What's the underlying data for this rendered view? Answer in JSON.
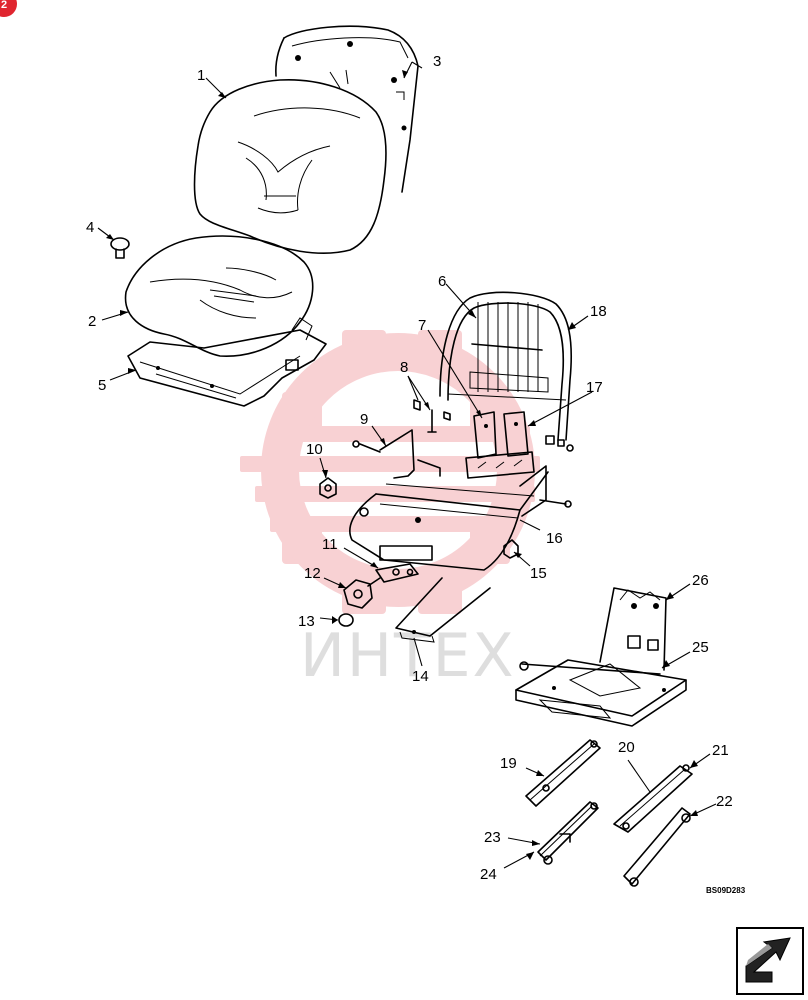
{
  "document": {
    "code": "BS09D283",
    "watermark": "ИНТЕХ",
    "page_badge": "2"
  },
  "callouts": [
    {
      "id": "c1",
      "label": "1"
    },
    {
      "id": "c2",
      "label": "2"
    },
    {
      "id": "c3",
      "label": "3"
    },
    {
      "id": "c4",
      "label": "4"
    },
    {
      "id": "c5",
      "label": "5"
    },
    {
      "id": "c6",
      "label": "6"
    },
    {
      "id": "c7",
      "label": "7"
    },
    {
      "id": "c8",
      "label": "8"
    },
    {
      "id": "c9",
      "label": "9"
    },
    {
      "id": "c10",
      "label": "10"
    },
    {
      "id": "c11",
      "label": "11"
    },
    {
      "id": "c12",
      "label": "12"
    },
    {
      "id": "c13",
      "label": "13"
    },
    {
      "id": "c14",
      "label": "14"
    },
    {
      "id": "c15",
      "label": "15"
    },
    {
      "id": "c16",
      "label": "16"
    },
    {
      "id": "c17",
      "label": "17"
    },
    {
      "id": "c18",
      "label": "18"
    },
    {
      "id": "c19",
      "label": "19"
    },
    {
      "id": "c20",
      "label": "20"
    },
    {
      "id": "c21",
      "label": "21"
    },
    {
      "id": "c22",
      "label": "22"
    },
    {
      "id": "c23",
      "label": "23"
    },
    {
      "id": "c24",
      "label": "24"
    },
    {
      "id": "c25",
      "label": "25"
    },
    {
      "id": "c26",
      "label": "26"
    }
  ],
  "colors": {
    "badge": "#e0252f",
    "watermark_gear": "#f7c9cc",
    "watermark_text": "#d9d9d9",
    "line": "#000000"
  },
  "icons": {
    "next_page": "arrow-next-icon"
  }
}
